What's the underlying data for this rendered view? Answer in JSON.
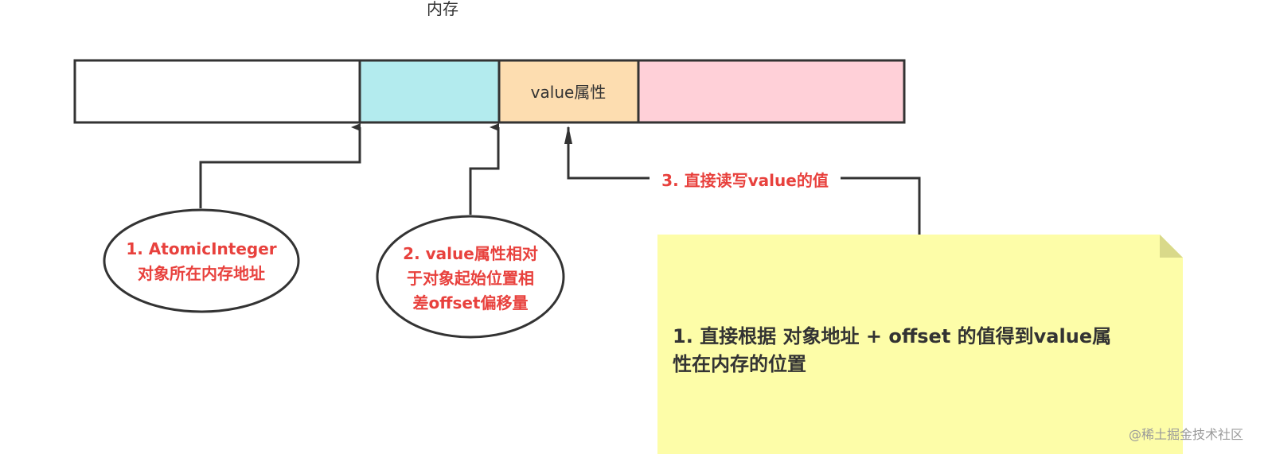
{
  "diagram": {
    "title": "内存",
    "segments": [
      {
        "name": "object-header",
        "label": "",
        "color": "#ffffff"
      },
      {
        "name": "offset-region",
        "label": "",
        "color": "#b3ebee"
      },
      {
        "name": "value-field",
        "label": "value属性",
        "color": "#fdddb0"
      },
      {
        "name": "rest-region",
        "label": "",
        "color": "#ffd0d8"
      }
    ],
    "callouts": {
      "c1_line1": "1. AtomicInteger",
      "c1_line2": "对象所在内存地址",
      "c2_line1": "2. value属性相对",
      "c2_line2": "于对象起始位置相",
      "c2_line3": "差offset偏移量",
      "step3": "3. 直接读写value的值"
    },
    "note": {
      "line1": "1. 直接根据 对象地址 + offset 的值得到value属",
      "line2": "性在内存的位置",
      "color": "#fdfda8",
      "fold_color": "#d9d98a"
    },
    "colors": {
      "stroke": "#333333",
      "accent_red": "#e8413d"
    },
    "watermark": "@稀土掘金技术社区"
  }
}
